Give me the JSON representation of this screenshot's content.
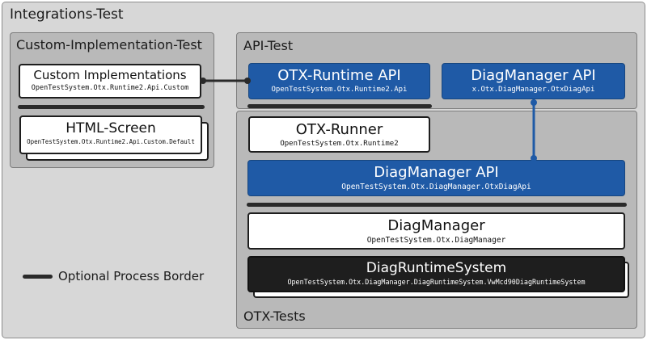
{
  "diagram": {
    "outer_title": "Integrations-Test",
    "custom_group": {
      "title": "Custom-Implementation-Test",
      "custom_impl": {
        "title": "Custom Implementations",
        "subtitle": "OpenTestSystem.Otx.Runtime2.Api.Custom"
      },
      "html_screen": {
        "title": "HTML-Screen",
        "subtitle": "OpenTestSystem.Otx.Runtime2.Api.Custom.Default"
      }
    },
    "api_group": {
      "title": "API-Test",
      "otx_runtime_api": {
        "title": "OTX-Runtime API",
        "subtitle": "OpenTestSystem.Otx.Runtime2.Api"
      },
      "diag_manager_api_top": {
        "title": "DiagManager API",
        "subtitle": "x.Otx.DiagManager.OtxDiagApi"
      }
    },
    "tests_group": {
      "title": "OTX-Tests",
      "otx_runner": {
        "title": "OTX-Runner",
        "subtitle": "OpenTestSystem.Otx.Runtime2"
      },
      "diag_manager_api": {
        "title": "DiagManager API",
        "subtitle": "OpenTestSystem.Otx.DiagManager.OtxDiagApi"
      },
      "diag_manager": {
        "title": "DiagManager",
        "subtitle": "OpenTestSystem.Otx.DiagManager"
      },
      "diag_runtime_system": {
        "title": "DiagRuntimeSystem",
        "subtitle": "OpenTestSystem.Otx.DiagManager.DiagRuntimeSystem.VwMcd90DiagRuntimeSystem"
      }
    },
    "legend": {
      "label": "Optional Process Border"
    },
    "colors": {
      "api_blue": "#1f5aa6",
      "group_gray": "#b9b9b9",
      "outer_gray": "#d7d7d7",
      "dark_box": "#1e1e1e"
    }
  }
}
